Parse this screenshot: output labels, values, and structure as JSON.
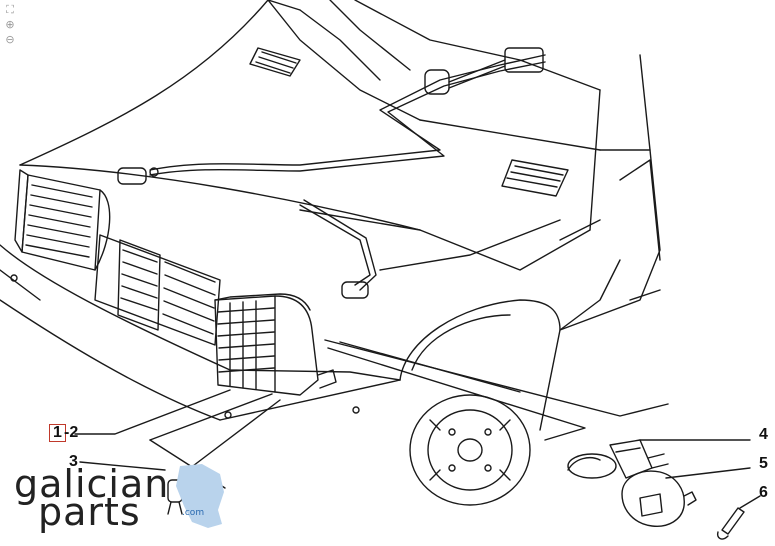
{
  "toolbar": {
    "fit_icon": "fit-to-screen-icon",
    "zoom_in_icon": "zoom-in-icon",
    "zoom_out_icon": "zoom-out-icon",
    "fit_glyph": "⛶",
    "zoom_in_glyph": "⊕",
    "zoom_out_glyph": "⊖"
  },
  "callouts": {
    "c1": "1",
    "c2": "-2",
    "c3": "3",
    "c4": "4",
    "c5": "5",
    "c6": "6"
  },
  "logo": {
    "word1": "galician",
    "word2": "parts",
    "suffix": ".com"
  },
  "colors": {
    "line": "#1a1a1a",
    "highlight_border": "#c0392b",
    "logo_accent": "#2a6ab0",
    "logo_shape": "#b9d3ec"
  }
}
